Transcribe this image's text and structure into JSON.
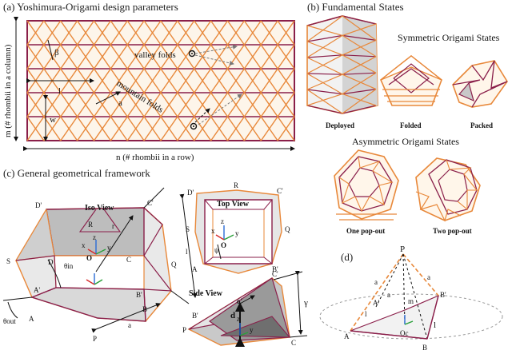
{
  "panels": {
    "a": {
      "title": "(a) Yoshimura-Origami design parameters",
      "labels": {
        "beta": "β",
        "l": "l",
        "w": "w",
        "a": "a",
        "valley": "valley folds",
        "mountain": "mountain folds",
        "m_axis": "m (# rhombii in a column)",
        "n_axis": "n (# rhombii in a row)"
      }
    },
    "b": {
      "title": "(b) Fundamental States",
      "sym_title": "Symmetric Origami States",
      "asym_title": "Asymmetric Origami States",
      "states": [
        "Deployed",
        "Folded",
        "Packed"
      ],
      "asym_states": [
        "One pop-out",
        "Two pop-out"
      ]
    },
    "c": {
      "title": "(c) General geometrical framework",
      "iso_title": "Iso View",
      "top_title": "Top View",
      "side_title": "Side View",
      "iso_labels": [
        "D'",
        "C'",
        "R",
        "r",
        "S",
        "D",
        "C",
        "θin",
        "A'",
        "B'",
        "θout",
        "A",
        "B",
        "Q",
        "l",
        "a",
        "P",
        "O",
        "z",
        "y",
        "x"
      ],
      "top_labels": [
        "D'",
        "R",
        "C'",
        "S",
        "Q",
        "A",
        "B'",
        "ψ",
        "O",
        "z",
        "y",
        "x"
      ],
      "side_labels": [
        "C'",
        "o'",
        "d",
        "γ",
        "B'",
        "P",
        "o",
        "C",
        "z",
        "y"
      ]
    },
    "d": {
      "title": "(d)",
      "labels": [
        "P",
        "a",
        "a",
        "a",
        "l",
        "m",
        "A'",
        "B'",
        "A",
        "B",
        "Oc",
        "l"
      ]
    }
  },
  "colors": {
    "orange": "#e8883a",
    "maroon": "#8a1f4a",
    "paper": "#fdf5ea",
    "gray": "#b8b8b8"
  }
}
